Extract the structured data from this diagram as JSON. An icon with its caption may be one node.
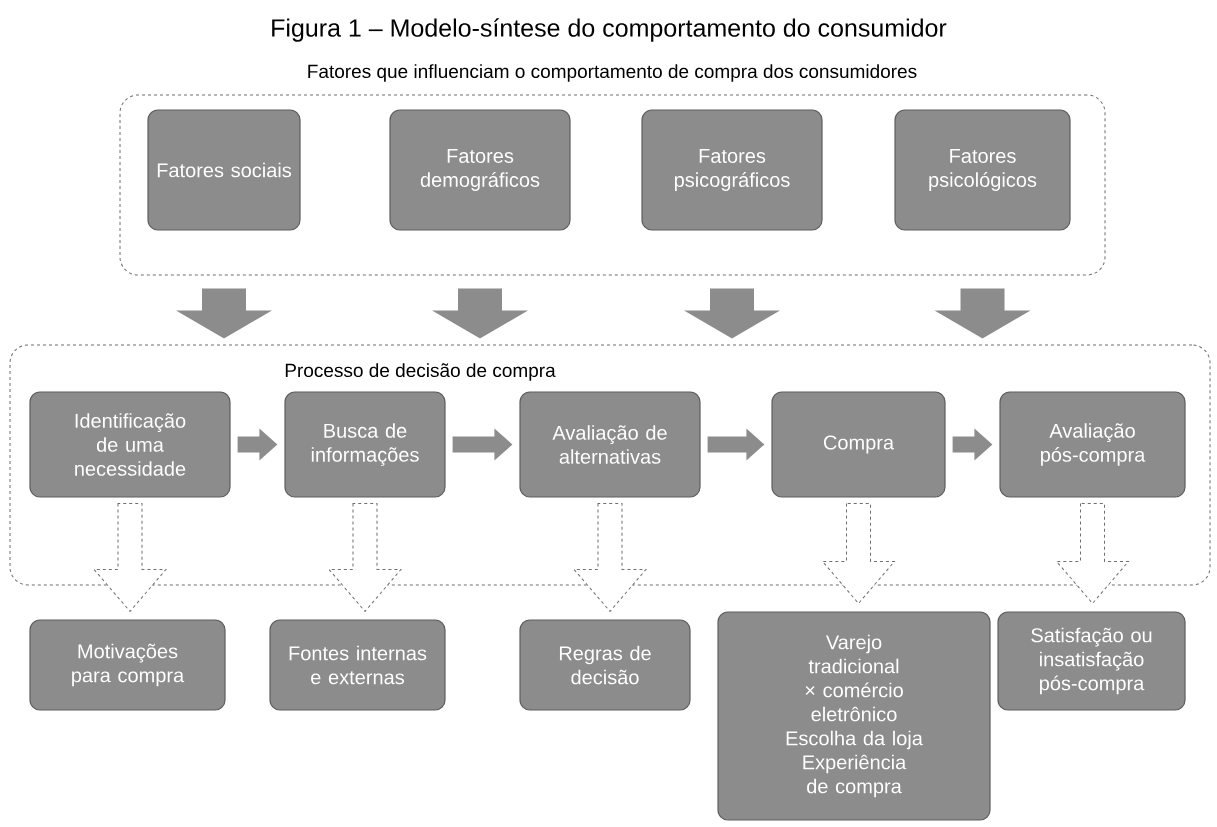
{
  "diagram": {
    "title": "Figura 1 – Modelo-síntese do comportamento do consumidor",
    "nodes": [
      {
        "text": [
          "Fatores que influenciam o comportamento de compra dos consumidores"
        ]
      },
      {
        "text": [
          "Fatores sociais"
        ],
        "in": 0
      },
      {
        "text": [
          "Fatores demográficos"
        ],
        "in": 0
      },
      {
        "text": [
          "Fatores psicográficos"
        ],
        "in": 0
      },
      {
        "text": [
          "Fatores psicológicos"
        ],
        "in": 0
      },
      {
        "text": [
          "Processo de decisão de compra"
        ]
      },
      {
        "text": [
          "Identificação de uma necessidade"
        ],
        "in": 5
      },
      {
        "text": [
          "Busca de informações"
        ],
        "in": 5
      },
      {
        "text": [
          "Avaliação de alternativas"
        ],
        "in": 5
      },
      {
        "text": [
          "Compra"
        ],
        "in": 5
      },
      {
        "text": [
          "Avaliação pós-compra"
        ],
        "in": 5
      },
      {
        "text": [
          "Motivações para compra"
        ]
      },
      {
        "text": [
          "Fontes internas e externas"
        ]
      },
      {
        "text": [
          "Regras de decisão"
        ]
      },
      {
        "text": [
          "Varejo tradicional × comércio eletrônico",
          "Escolha da loja",
          "Experiência de compra"
        ]
      },
      {
        "text": [
          "Satisfação ou insatisfação pós-compra"
        ]
      }
    ],
    "edges": [
      {
        "from": 1,
        "to": 5,
        "arrow": "to"
      },
      {
        "from": 2,
        "to": 5,
        "arrow": "to"
      },
      {
        "from": 3,
        "to": 5,
        "arrow": "to"
      },
      {
        "from": 4,
        "to": 5,
        "arrow": "to"
      },
      {
        "from": 6,
        "to": 7,
        "arrow": "to"
      },
      {
        "from": 7,
        "to": 8,
        "arrow": "to"
      },
      {
        "from": 8,
        "to": 9,
        "arrow": "to"
      },
      {
        "from": 9,
        "to": 10,
        "arrow": "to"
      },
      {
        "from": 6,
        "to": 11,
        "arrow": "to",
        "style": "dashed"
      },
      {
        "from": 7,
        "to": 12,
        "arrow": "to",
        "style": "dashed"
      },
      {
        "from": 8,
        "to": 13,
        "arrow": "to",
        "style": "dashed"
      },
      {
        "from": 9,
        "to": 14,
        "arrow": "to",
        "style": "dashed"
      },
      {
        "from": 10,
        "to": 15,
        "arrow": "to",
        "style": "dashed"
      }
    ]
  }
}
